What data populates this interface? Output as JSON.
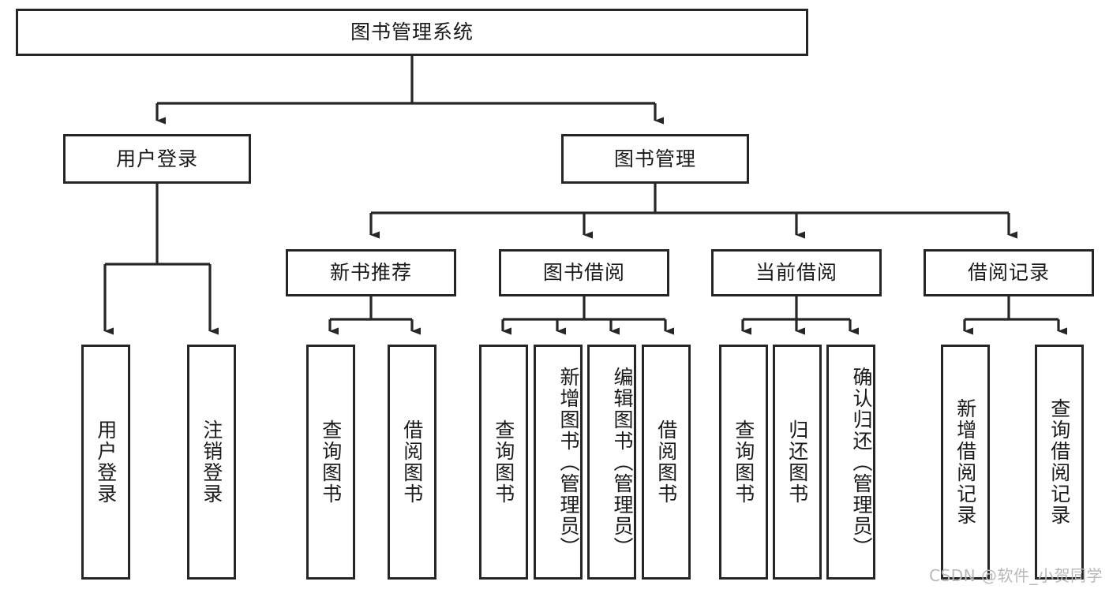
{
  "diagram": {
    "type": "tree",
    "title": "图书管理系统",
    "root": {
      "id": "root",
      "label": "图书管理系统",
      "orientation": "horizontal"
    },
    "level2": [
      {
        "id": "user-login",
        "label": "用户登录",
        "orientation": "horizontal"
      },
      {
        "id": "book-manage",
        "label": "图书管理",
        "orientation": "horizontal"
      }
    ],
    "level3": [
      {
        "id": "new-book-recommend",
        "label": "新书推荐",
        "orientation": "horizontal"
      },
      {
        "id": "book-borrow",
        "label": "图书借阅",
        "orientation": "horizontal"
      },
      {
        "id": "current-borrow",
        "label": "当前借阅",
        "orientation": "horizontal"
      },
      {
        "id": "borrow-record",
        "label": "借阅记录",
        "orientation": "horizontal"
      }
    ],
    "leaves": [
      {
        "id": "leaf-user-login",
        "label": "用户登录",
        "parent": "user-login",
        "orientation": "vertical"
      },
      {
        "id": "leaf-user-logout",
        "label": "注销登录",
        "parent": "user-login",
        "orientation": "vertical"
      },
      {
        "id": "leaf-query-book-1",
        "label": "查询图书",
        "parent": "new-book-recommend",
        "orientation": "vertical"
      },
      {
        "id": "leaf-borrow-book-1",
        "label": "借阅图书",
        "parent": "new-book-recommend",
        "orientation": "vertical"
      },
      {
        "id": "leaf-query-book-2",
        "label": "查询图书",
        "parent": "book-borrow",
        "orientation": "vertical"
      },
      {
        "id": "leaf-add-book",
        "label": "新增图书（管理员）",
        "parent": "book-borrow",
        "orientation": "vertical"
      },
      {
        "id": "leaf-edit-book",
        "label": "编辑图书（管理员）",
        "parent": "book-borrow",
        "orientation": "vertical"
      },
      {
        "id": "leaf-borrow-book-2",
        "label": "借阅图书",
        "parent": "book-borrow",
        "orientation": "vertical"
      },
      {
        "id": "leaf-query-book-3",
        "label": "查询图书",
        "parent": "current-borrow",
        "orientation": "vertical"
      },
      {
        "id": "leaf-return-book",
        "label": "归还图书",
        "parent": "current-borrow",
        "orientation": "vertical"
      },
      {
        "id": "leaf-confirm-return",
        "label": "确认归还（管理员）",
        "parent": "current-borrow",
        "orientation": "vertical"
      },
      {
        "id": "leaf-add-record",
        "label": "新增借阅记录",
        "parent": "borrow-record",
        "orientation": "vertical"
      },
      {
        "id": "leaf-query-record",
        "label": "查询借阅记录",
        "parent": "borrow-record",
        "orientation": "vertical"
      }
    ],
    "colors": {
      "stroke": "#262626",
      "fill": "#ffffff",
      "text": "#1a1a1a",
      "watermark": "#b9b9b9"
    }
  },
  "watermark": {
    "text": "CSDN @软件_小贺同学"
  }
}
